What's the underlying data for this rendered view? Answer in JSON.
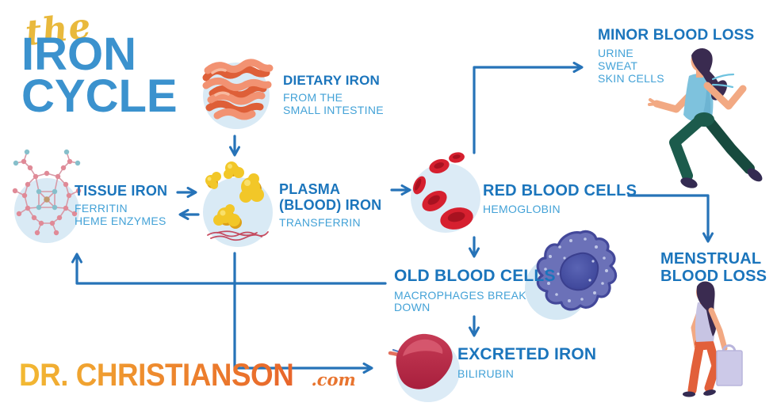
{
  "title": {
    "script": "the",
    "line1": "IRON",
    "line2": "CYCLE"
  },
  "brand": {
    "name": "DR. CHRISTIANSON",
    "suffix": ".com"
  },
  "nodes": {
    "dietary_iron": {
      "title": "DIETARY IRON",
      "sub1": "FROM THE",
      "sub2": "SMALL INTESTINE"
    },
    "tissue_iron": {
      "title": "TISSUE IRON",
      "sub1": "FERRITIN",
      "sub2": "HEME ENZYMES"
    },
    "plasma_iron": {
      "title1": "PLASMA",
      "title2": "(BLOOD) IRON",
      "sub": "TRANSFERRIN"
    },
    "red_blood_cells": {
      "title": "RED BLOOD CELLS",
      "sub": "HEMOGLOBIN"
    },
    "minor_blood_loss": {
      "title": "MINOR BLOOD LOSS",
      "sub1": "URINE",
      "sub2": "SWEAT",
      "sub3": "SKIN CELLS"
    },
    "menstrual_blood_loss": {
      "title1": "MENSTRUAL",
      "title2": "BLOOD LOSS"
    },
    "old_blood_cells": {
      "title": "OLD BLOOD CELLS",
      "sub1": "MACROPHAGES BREAK",
      "sub2": "DOWN"
    },
    "excreted_iron": {
      "title": "EXCRETED IRON",
      "sub": "BILIRUBIN"
    }
  },
  "edges": [
    {
      "from": "dietary-iron",
      "to": "plasma-iron"
    },
    {
      "from": "tissue-iron",
      "to": "plasma-iron"
    },
    {
      "from": "plasma-iron",
      "to": "tissue-iron"
    },
    {
      "from": "plasma-iron",
      "to": "red-blood-cells"
    },
    {
      "from": "red-blood-cells",
      "to": "minor-blood-loss"
    },
    {
      "from": "red-blood-cells",
      "to": "menstrual-blood-loss"
    },
    {
      "from": "red-blood-cells",
      "to": "old-blood-cells"
    },
    {
      "from": "old-blood-cells",
      "to": "excreted-iron"
    },
    {
      "from": "old-blood-cells",
      "to": "tissue-iron"
    },
    {
      "from": "plasma-iron",
      "to": "excreted-iron"
    }
  ],
  "colors": {
    "heading_blue": "#1B75BC",
    "sub_blue": "#43A2D7",
    "title_blue": "#3B92CE",
    "arrow_blue": "#2673B8",
    "gold": "#E9B93C",
    "brand_orange": "#E8652B",
    "cell_red": "#D6202F",
    "macrophage_purple": "#6B71B8",
    "transferrin_yellow": "#F2C728",
    "circle_bg": "#D9EAF5"
  }
}
